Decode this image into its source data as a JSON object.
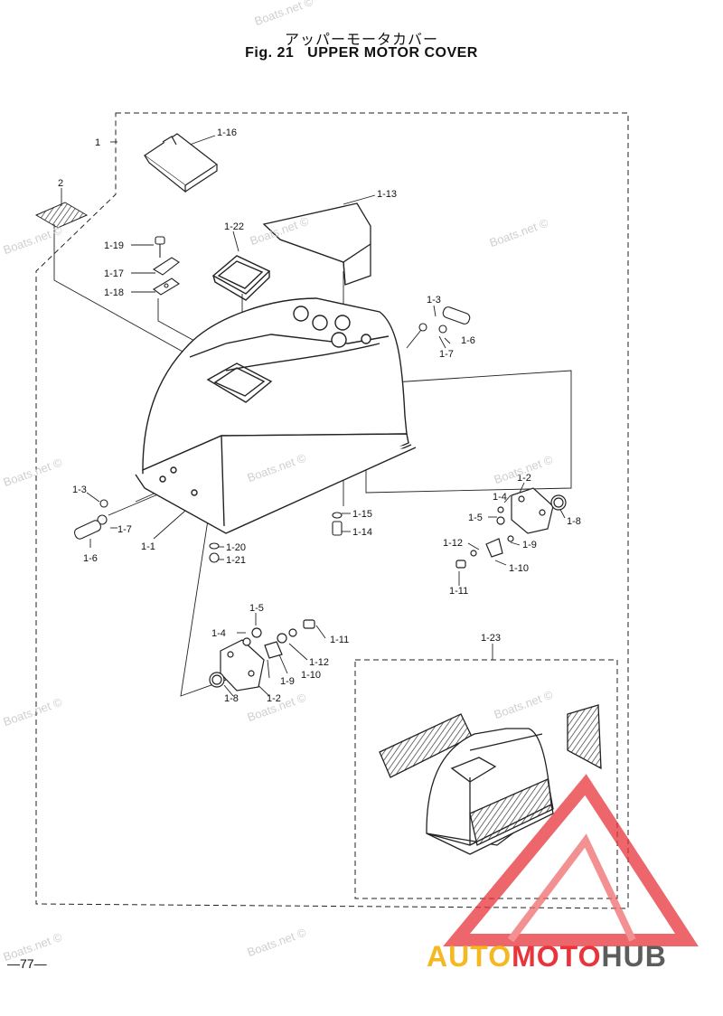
{
  "header": {
    "title_jp": "アッパーモータカバー",
    "fig_label": "Fig. 21",
    "title_en": "UPPER MOTOR COVER"
  },
  "page_number": "—77—",
  "watermark": "Boats.net ©",
  "brand": {
    "part1": "AUTO",
    "part2": "MOTO",
    "part3": "HUB",
    "colors": {
      "auto": "#f5b820",
      "moto": "#e8343a",
      "hub": "#5d5d5d"
    }
  },
  "callouts": [
    {
      "id": "c1",
      "label": "1"
    },
    {
      "id": "c2",
      "label": "2"
    },
    {
      "id": "c116",
      "label": "1-16"
    },
    {
      "id": "c113",
      "label": "1-13"
    },
    {
      "id": "c122",
      "label": "1-22"
    },
    {
      "id": "c119",
      "label": "1-19"
    },
    {
      "id": "c117",
      "label": "1-17"
    },
    {
      "id": "c118",
      "label": "1-18"
    },
    {
      "id": "c13a",
      "label": "1-3"
    },
    {
      "id": "c16a",
      "label": "1-6"
    },
    {
      "id": "c17a",
      "label": "1-7"
    },
    {
      "id": "c13b",
      "label": "1-3"
    },
    {
      "id": "c17b",
      "label": "1-7"
    },
    {
      "id": "c16b",
      "label": "1-6"
    },
    {
      "id": "c11",
      "label": "1-1"
    },
    {
      "id": "c120",
      "label": "1-20"
    },
    {
      "id": "c121",
      "label": "1-21"
    },
    {
      "id": "c115",
      "label": "1-15"
    },
    {
      "id": "c114",
      "label": "1-14"
    },
    {
      "id": "c12a",
      "label": "1-2"
    },
    {
      "id": "c14a",
      "label": "1-4"
    },
    {
      "id": "c15a",
      "label": "1-5"
    },
    {
      "id": "c18a",
      "label": "1-8"
    },
    {
      "id": "c112a",
      "label": "1-12"
    },
    {
      "id": "c19a",
      "label": "1-9"
    },
    {
      "id": "c110a",
      "label": "1-10"
    },
    {
      "id": "c111a",
      "label": "1-11"
    },
    {
      "id": "c15b",
      "label": "1-5"
    },
    {
      "id": "c14b",
      "label": "1-4"
    },
    {
      "id": "c111b",
      "label": "1-11"
    },
    {
      "id": "c112b",
      "label": "1-12"
    },
    {
      "id": "c19b",
      "label": "1-9"
    },
    {
      "id": "c110b",
      "label": "1-10"
    },
    {
      "id": "c18b",
      "label": "1-8"
    },
    {
      "id": "c12b",
      "label": "1-2"
    },
    {
      "id": "c123",
      "label": "1-23"
    }
  ]
}
